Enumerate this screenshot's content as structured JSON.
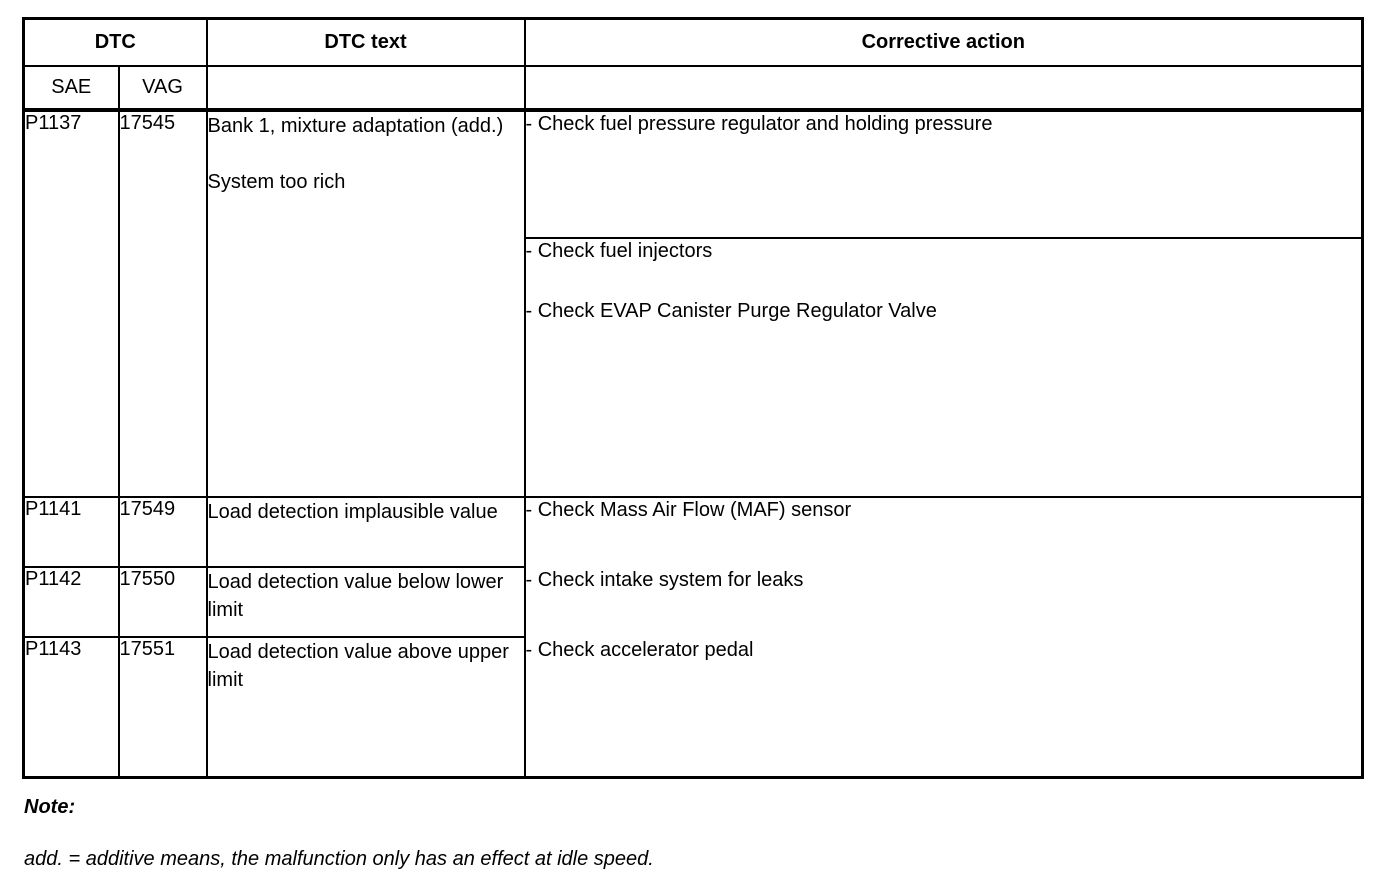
{
  "table": {
    "header": {
      "dtc": "DTC",
      "dtc_text": "DTC text",
      "corrective_action": "Corrective action",
      "sae": "SAE",
      "vag": "VAG"
    },
    "rows": [
      {
        "sae": "P1137",
        "vag": "17545",
        "dtc_text_para1": "Bank 1, mixture adaptation (add.)",
        "dtc_text_para2": "System too rich",
        "actions_top": [
          "- Check fuel pressure regulator and holding pressure"
        ],
        "actions_bottom": [
          "- Check fuel injectors",
          "- Check EVAP Canister Purge Regulator Valve"
        ]
      },
      {
        "sae": "P1141",
        "vag": "17549",
        "dtc_text": "Load detection implausible value"
      },
      {
        "sae": "P1142",
        "vag": "17550",
        "dtc_text": "Load detection value below lower limit"
      },
      {
        "sae": "P1143",
        "vag": "17551",
        "dtc_text": "Load detection value above upper limit"
      }
    ],
    "shared_actions": [
      "- Check Mass Air Flow (MAF) sensor",
      "- Check intake system for leaks",
      "- Check accelerator pedal"
    ]
  },
  "note": {
    "title": "Note:",
    "body": "add. = additive means, the malfunction only has an effect at idle speed."
  },
  "colors": {
    "border": "#000000",
    "background": "#ffffff",
    "text": "#000000"
  }
}
